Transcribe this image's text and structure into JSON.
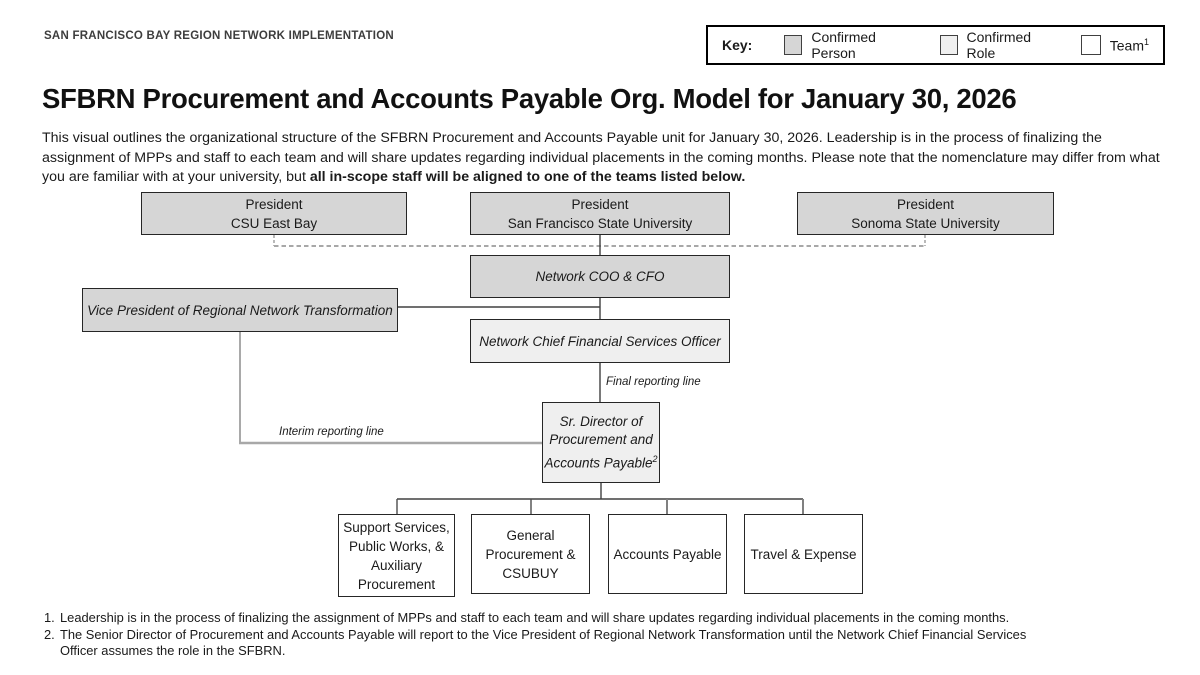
{
  "eyebrow": "SAN FRANCISCO BAY REGION NETWORK IMPLEMENTATION",
  "key": {
    "label": "Key:",
    "items": [
      {
        "label": "Confirmed Person",
        "sup": ""
      },
      {
        "label": "Confirmed Role",
        "sup": ""
      },
      {
        "label": "Team",
        "sup": "1"
      }
    ]
  },
  "title": "SFBRN Procurement and Accounts Payable Org. Model for January 30, 2026",
  "intro": {
    "text": "This visual outlines the organizational structure of the SFBRN Procurement and Accounts Payable unit for January 30, 2026. Leadership is in the process of finalizing the assignment of MPPs and staff to each team and will share updates regarding individual placements in the coming months. Please note that the nomenclature may differ from what you are familiar with at your university, but ",
    "bold": "all in-scope staff will be aligned to one of the teams listed below."
  },
  "chart": {
    "presidents": [
      {
        "title": "President",
        "org": "CSU East Bay",
        "status": "confirmed-person"
      },
      {
        "title": "President",
        "org": "San Francisco State University",
        "status": "confirmed-person"
      },
      {
        "title": "President",
        "org": "Sonoma State University",
        "status": "confirmed-person"
      }
    ],
    "coo": {
      "label": "Network COO & CFO",
      "status": "confirmed-person"
    },
    "vp": {
      "label": "Vice President of Regional Network Transformation",
      "status": "confirmed-person"
    },
    "cfso": {
      "label": "Network Chief Financial Services Officer",
      "status": "confirmed-role"
    },
    "sr_director": {
      "line1": "Sr. Director of",
      "line2": "Procurement and",
      "line3": "Accounts Payable",
      "sup": "2",
      "status": "confirmed-role"
    },
    "reporting_labels": {
      "final": "Final reporting line",
      "interim": "Interim reporting line"
    },
    "teams": [
      {
        "label": "Support Services, Public Works, & Auxiliary Procurement"
      },
      {
        "label": "General Procurement & CSUBUY"
      },
      {
        "label": "Accounts Payable"
      },
      {
        "label": "Travel & Expense"
      }
    ]
  },
  "footnotes": [
    {
      "num": "1.",
      "text": "Leadership is in the process of finalizing the assignment of MPPs and staff to each team and will share updates regarding individual placements in the coming months."
    },
    {
      "num": "2.",
      "text": "The Senior Director of Procurement and Accounts Payable will report to the Vice President of Regional Network Transformation until the Network Chief Financial Services Officer assumes the role in the SFBRN."
    }
  ],
  "colors": {
    "confirmed_person": "#d6d6d6",
    "confirmed_role": "#efefef",
    "team": "#ffffff",
    "dashed_line": "#a8a8a8",
    "solid_line": "#404040"
  }
}
